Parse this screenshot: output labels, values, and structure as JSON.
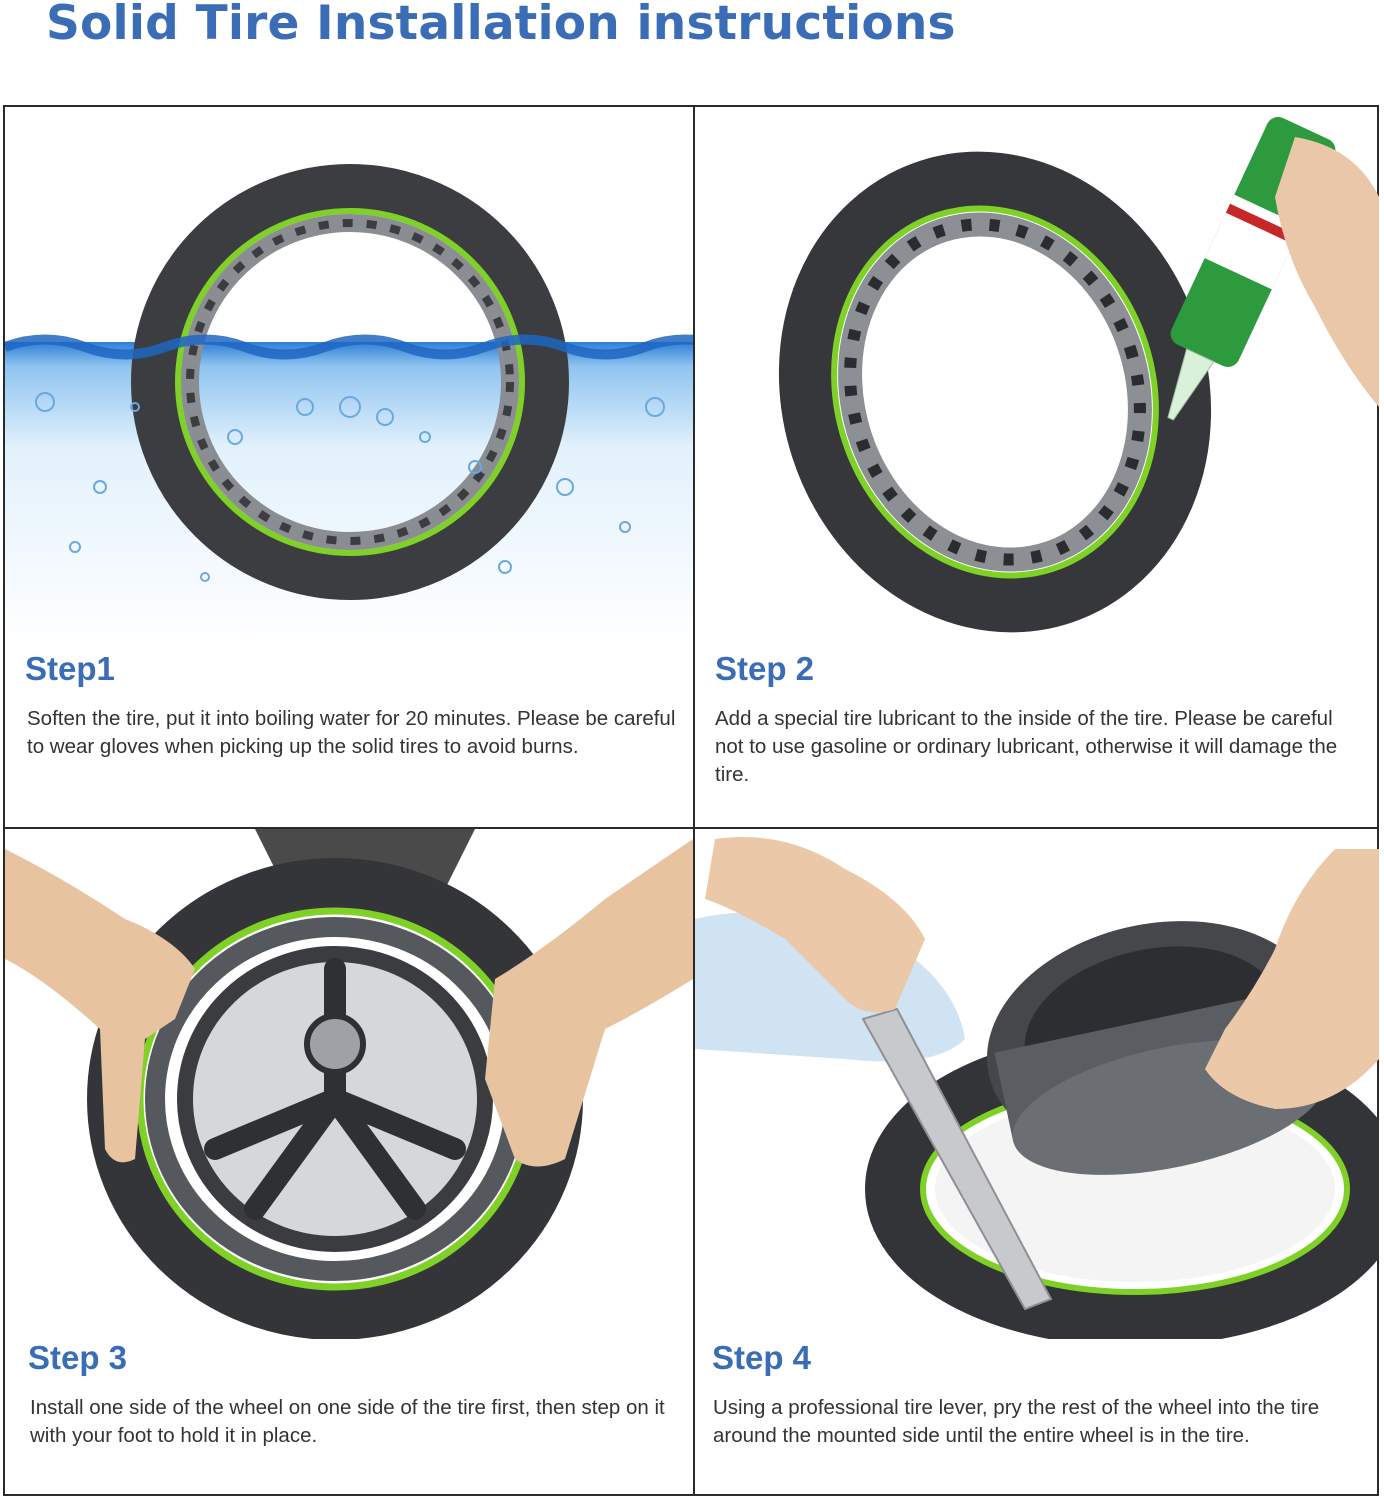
{
  "page": {
    "title": "Solid Tire Installation instructions",
    "accent_color": "#3a6db5",
    "tire_stripe_color": "#7fd128"
  },
  "steps": [
    {
      "title": "Step1",
      "description": "Soften the tire, put it into boiling water for 20 minutes. Please be careful to wear gloves when picking up the solid tires to avoid burns.",
      "image": "tire-in-water-icon"
    },
    {
      "title": "Step 2",
      "description": "Add a special tire lubricant to the inside of the tire. Please be careful not to use gasoline or ordinary lubricant, otherwise it will damage the tire.",
      "image": "lubricant-bottle-icon"
    },
    {
      "title": "Step 3",
      "description": "Install one side of the wheel on one side of the tire first, then step on it with your foot to hold it in place.",
      "image": "hands-mounting-wheel-icon"
    },
    {
      "title": "Step 4",
      "description": "Using a professional tire lever, pry the rest of the wheel into the tire around the mounted side until the entire wheel is in the tire.",
      "image": "tire-lever-icon"
    }
  ]
}
